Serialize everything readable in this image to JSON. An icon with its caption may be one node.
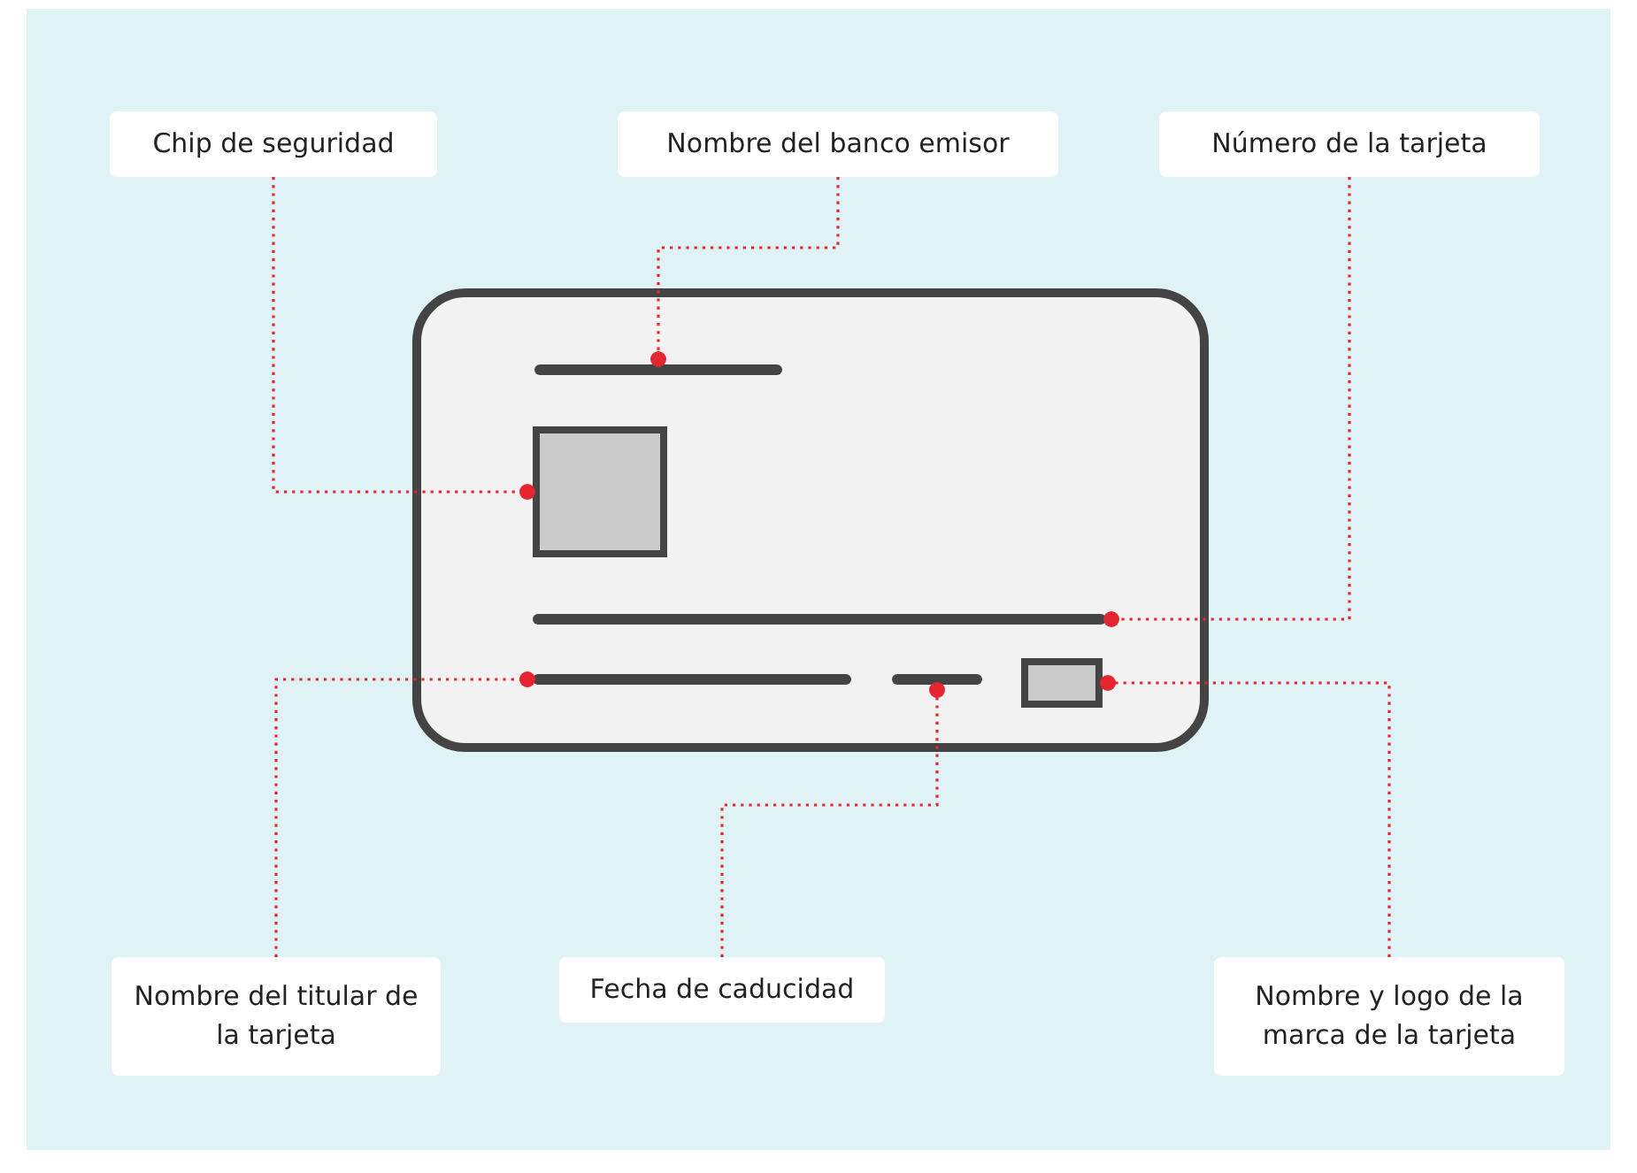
{
  "diagram": {
    "nodes": [
      {
        "text": [
          "Chip de seguridad"
        ]
      },
      {
        "text": [
          "Nombre del banco emisor"
        ]
      },
      {
        "text": [
          "Número de la tarjeta"
        ]
      },
      {
        "text": [],
        "shape": "box"
      },
      {
        "text": [],
        "shape": "bar",
        "in": 3
      },
      {
        "text": [],
        "shape": "box",
        "in": 3
      },
      {
        "text": [],
        "shape": "bar",
        "in": 3
      },
      {
        "text": [],
        "shape": "bar",
        "in": 3
      },
      {
        "text": [],
        "shape": "bar",
        "in": 3
      },
      {
        "text": [],
        "shape": "box",
        "in": 3
      },
      {
        "text": [
          "Nombre del titular de la tarjeta"
        ]
      },
      {
        "text": [
          "Fecha de caducidad"
        ]
      },
      {
        "text": [
          "Nombre y logo de la marca de la tarjeta"
        ]
      }
    ],
    "edges": [
      {
        "from": 0,
        "to": 5,
        "arrow": "other"
      },
      {
        "from": 1,
        "to": 4,
        "arrow": "other"
      },
      {
        "from": 2,
        "to": 6,
        "arrow": "other"
      },
      {
        "from": 10,
        "to": 7,
        "arrow": "other"
      },
      {
        "from": 11,
        "to": 8,
        "arrow": "other"
      },
      {
        "from": 12,
        "to": 9,
        "arrow": "other"
      }
    ]
  }
}
